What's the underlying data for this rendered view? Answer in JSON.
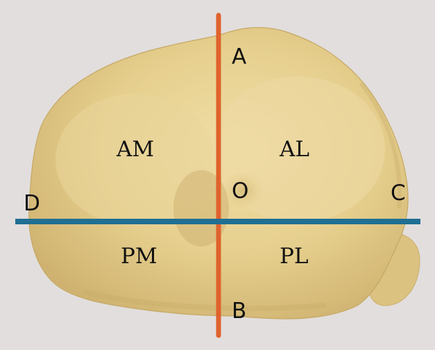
{
  "figure": {
    "background_color": "#e2dedd",
    "bone_color": "#e6cf8e",
    "bone_shadow_color": "#c9ad68",
    "vertical_axis_color": "#e0622c",
    "horizontal_axis_color": "#1f6f93"
  },
  "axis_labels": {
    "top": "A",
    "bottom": "B",
    "left": "D",
    "right": "C",
    "center": "O"
  },
  "quadrant_labels": {
    "anterior_medial": "AM",
    "anterior_lateral": "AL",
    "posterior_medial": "PM",
    "posterior_lateral": "PL"
  }
}
